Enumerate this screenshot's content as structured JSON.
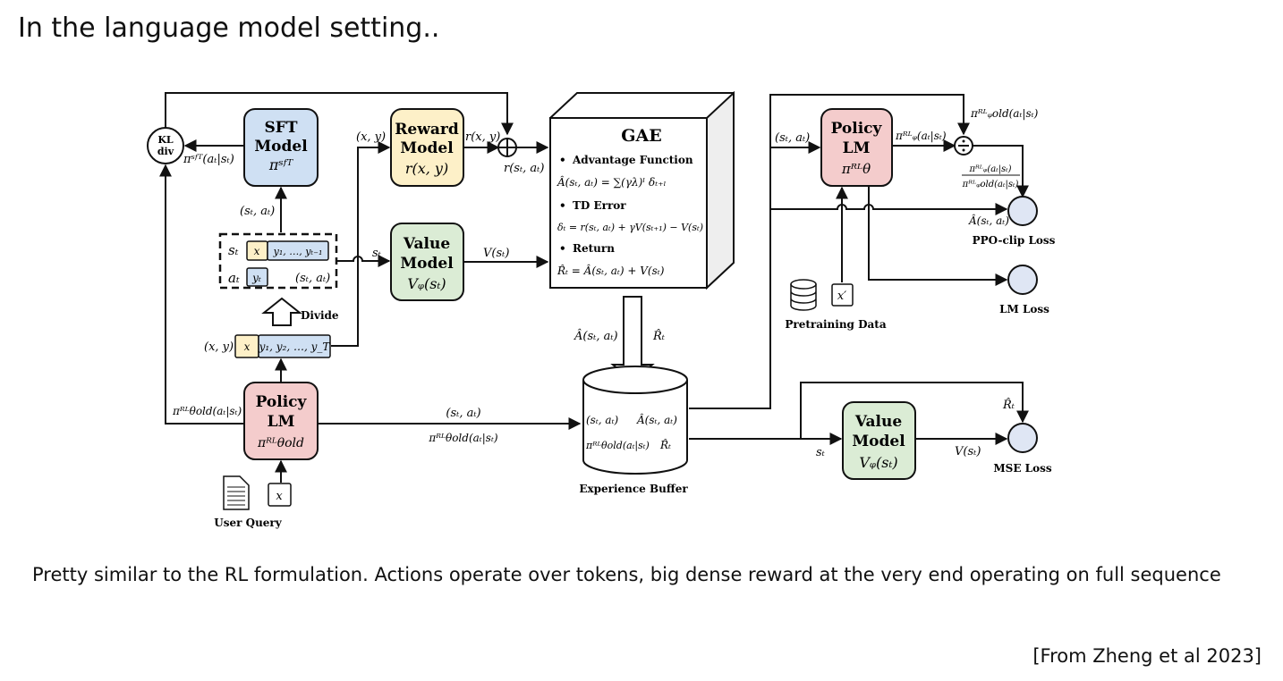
{
  "slide": {
    "title": "In the language model setting..",
    "caption": "Pretty similar to the RL formulation. Actions operate over tokens, big dense reward at the very end operating on full sequence",
    "citation": "[From Zheng et al 2023]"
  },
  "diagram": {
    "kl": {
      "line1": "KL",
      "line2": "div"
    },
    "sft": {
      "line1": "SFT",
      "line2": "Model",
      "symbol": "πˢᶠᵀ",
      "output": "πˢᶠᵀ(aₜ|sₜ)",
      "input": "(sₜ, aₜ)"
    },
    "reward": {
      "line1": "Reward",
      "line2": "Model",
      "symbol": "r(x, y)",
      "input": "(x, y)",
      "output": "r(x, y)",
      "sum_output": "r(sₜ, aₜ)"
    },
    "value": {
      "line1": "Value",
      "line2": "Model",
      "symbol": "Vᵩ(sₜ)",
      "input": "sₜ",
      "output": "V(sₜ)"
    },
    "split": {
      "s_label": "sₜ",
      "x": "x",
      "y_prev": "y₁, …, yₜ₋₁",
      "a_label": "aₜ",
      "y_t": "yₜ",
      "pair": "(sₜ, aₜ)",
      "divide": "Divide"
    },
    "sequence": {
      "label": "(x, y)",
      "x": "x",
      "y": "y₁, y₂, …, y_T"
    },
    "policy_old": {
      "line1": "Policy",
      "line2": "LM",
      "symbol": "πᴿᴸθold",
      "output": "πᴿᴸθold(aₜ|sₜ)",
      "to_buffer_1": "(sₜ, aₜ)",
      "to_buffer_2": "πᴿᴸθold(aₜ|sₜ)"
    },
    "user_query": {
      "x": "x",
      "label": "User Query"
    },
    "gae": {
      "title": "GAE",
      "items": [
        {
          "heading": "Advantage Function",
          "formula": "Â(sₜ, aₜ) = ∑(γλ)ˡ δₜ₊ₗ"
        },
        {
          "heading": "TD Error",
          "formula": "δₜ = r(sₜ, aₜ) + γV(sₜ₊₁) − V(sₜ)"
        },
        {
          "heading": "Return",
          "formula": "R̂ₜ = Â(sₜ, aₜ) + V(sₜ)"
        }
      ],
      "out_adv": "Â(sₜ, aₜ)",
      "out_ret": "R̂ₜ"
    },
    "buffer": {
      "c1": "(sₜ, aₜ)",
      "c2": "Â(sₜ, aₜ)",
      "c3": "πᴿᴸθold(aₜ|sₜ)",
      "c4": "R̂ₜ",
      "label": "Experience Buffer"
    },
    "policy_new": {
      "line1": "Policy",
      "line2": "LM",
      "symbol": "πᴿᴸθ",
      "input": "(sₜ, aₜ)",
      "output": "πᴿᴸᵩ(aₜ|sₜ)",
      "old": "πᴿᴸᵩold(aₜ|sₜ)",
      "ratio_num": "πᴿᴸᵩ(aₜ|sₜ)",
      "ratio_den": "πᴿᴸᵩold(aₜ|sₜ)",
      "adv": "Â(sₜ, aₜ)"
    },
    "pretraining": {
      "x": "x′",
      "label": "Pretraining Data"
    },
    "losses": {
      "ppo": "PPO-clip Loss",
      "lm": "LM Loss",
      "mse": "MSE Loss"
    },
    "value_right": {
      "line1": "Value",
      "line2": "Model",
      "symbol": "Vᵩ(sₜ)",
      "input": "sₜ",
      "output": "V(sₜ)",
      "target": "R̂ₜ"
    },
    "colors": {
      "sft": "#cfe0f3",
      "reward": "#fdf0c8",
      "value": "#dbecd5",
      "policy": "#f4cccc",
      "loss": "#dfe6f4"
    }
  }
}
